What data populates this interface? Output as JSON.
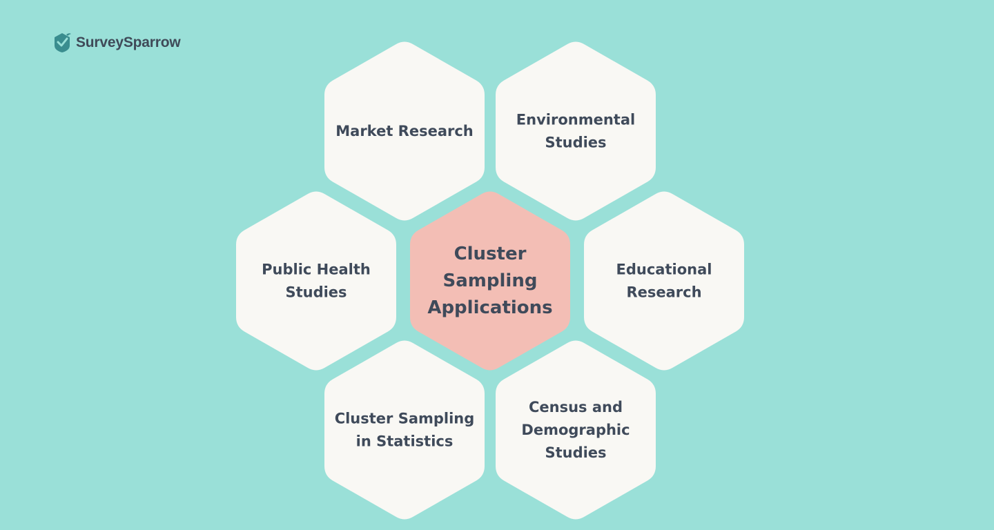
{
  "brand": {
    "name": "SurveySparrow",
    "icon": "surveysparrow-logo-icon",
    "color": "#3f4a58",
    "icon_color": "#3a8d8f"
  },
  "colors": {
    "background": "#9ae0d8",
    "hex_fill": "#f9f8f4",
    "center_fill": "#f3beb5",
    "text": "#3f4a5a"
  },
  "diagram": {
    "center": {
      "lines": [
        "Cluster",
        "Sampling",
        "Applications"
      ]
    },
    "nodes": [
      {
        "id": "market-research",
        "lines": [
          "Market Research"
        ]
      },
      {
        "id": "environmental-studies",
        "lines": [
          "Environmental",
          "Studies"
        ]
      },
      {
        "id": "public-health-studies",
        "lines": [
          "Public Health",
          "Studies"
        ]
      },
      {
        "id": "educational-research",
        "lines": [
          "Educational",
          "Research"
        ]
      },
      {
        "id": "cluster-sampling-in-statistics",
        "lines": [
          "Cluster Sampling",
          "in Statistics"
        ]
      },
      {
        "id": "census-and-demographic-studies",
        "lines": [
          "Census and",
          "Demographic",
          "Studies"
        ]
      }
    ]
  }
}
